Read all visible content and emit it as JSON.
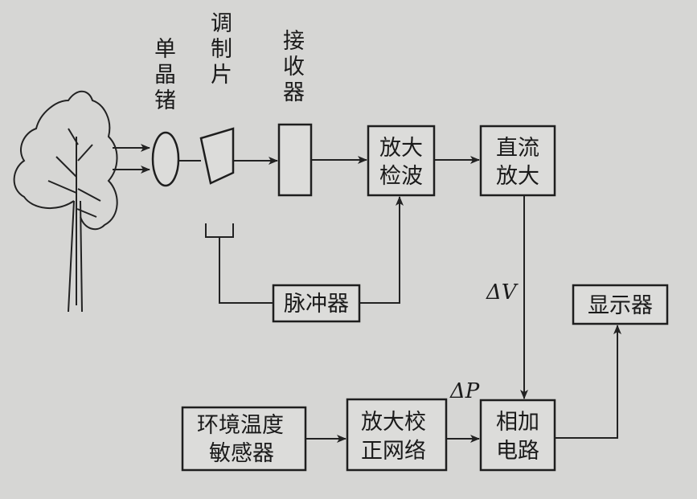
{
  "labels": {
    "germanium": [
      "单",
      "晶",
      "锗"
    ],
    "modulator": [
      "调",
      "制",
      "片"
    ],
    "receiver": [
      "接",
      "收",
      "器"
    ],
    "amp_detect": [
      "放大",
      "检波"
    ],
    "dc_amp": [
      "直流",
      "放大"
    ],
    "pulser": "脉冲器",
    "display": "显示器",
    "env_sensor": [
      "环境温度",
      "敏感器"
    ],
    "amp_correction": [
      "放大校",
      "正网络"
    ],
    "adder": [
      "相加",
      "电路"
    ],
    "delta_v": "ΔV",
    "delta_p": "ΔP"
  },
  "colors": {
    "background": "#d6d6d4",
    "line": "#222222"
  }
}
